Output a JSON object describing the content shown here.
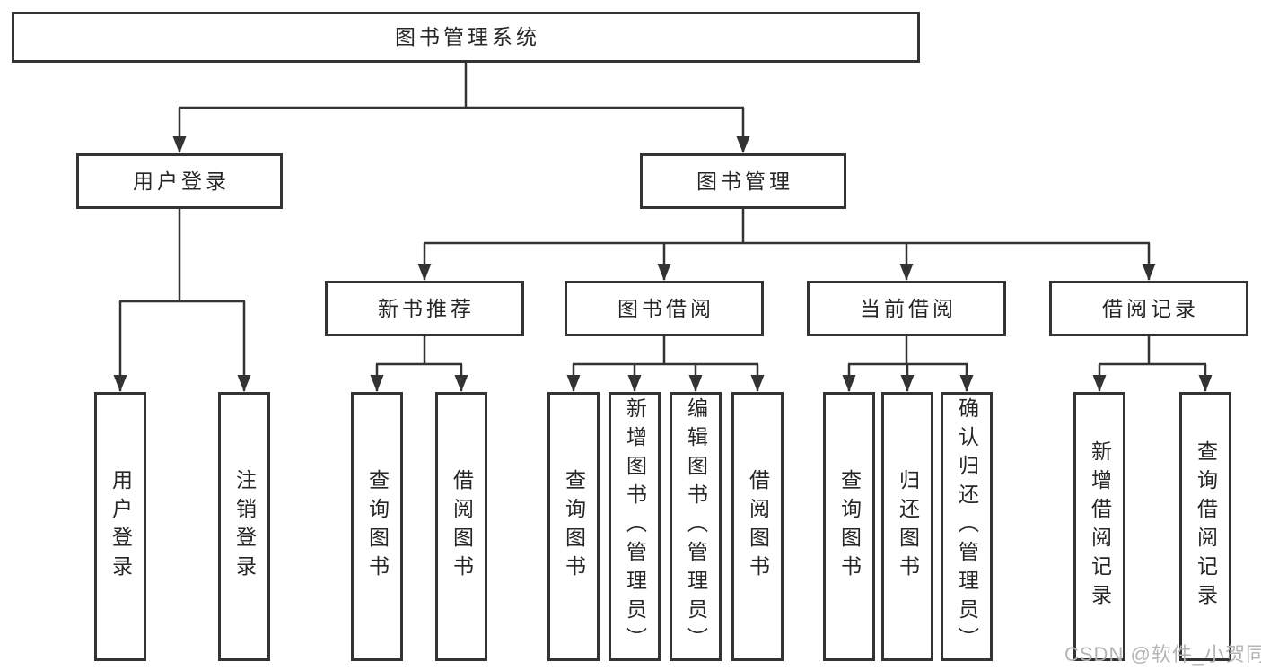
{
  "diagram": {
    "root": {
      "label": "图书管理系统"
    },
    "level1": [
      {
        "label": "用户登录",
        "children": [
          "用户登录",
          "注销登录"
        ]
      },
      {
        "label": "图书管理"
      }
    ],
    "level2": [
      {
        "label": "新书推荐",
        "children": [
          "查询图书",
          "借阅图书"
        ]
      },
      {
        "label": "图书借阅",
        "children": [
          "查询图书",
          "新增图书（管理员）",
          "编辑图书（管理员）",
          "借阅图书"
        ]
      },
      {
        "label": "当前借阅",
        "children": [
          "查询图书",
          "归还图书",
          "确认归还（管理员）"
        ]
      },
      {
        "label": "借阅记录",
        "children": [
          "新增借阅记录",
          "查询借阅记录"
        ]
      }
    ]
  },
  "watermark": "CSDN @软件_小贺同学",
  "colors": {
    "line": "#333333",
    "text": "#262626",
    "watermark": "#b4b4b8",
    "background": "#ffffff"
  }
}
